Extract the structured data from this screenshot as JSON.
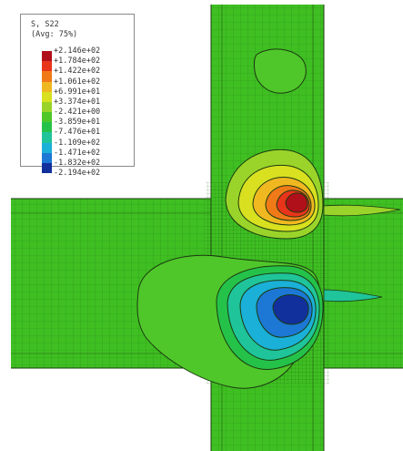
{
  "legend": {
    "title": "S, S22",
    "subtitle": "(Avg: 75%)",
    "levels": [
      "+2.146e+02",
      "+1.784e+02",
      "+1.422e+02",
      "+1.061e+02",
      "+6.991e+01",
      "+3.374e+01",
      "-2.421e+00",
      "-3.859e+01",
      "-7.476e+01",
      "-1.109e+02",
      "-1.471e+02",
      "-1.832e+02",
      "-2.194e+02"
    ],
    "colors": [
      "#b0101a",
      "#e8341a",
      "#f07a18",
      "#f0b820",
      "#d8e020",
      "#9ad42a",
      "#4fc72a",
      "#25c24a",
      "#1fc49a",
      "#1ab0d8",
      "#1c78d4",
      "#12309c"
    ]
  },
  "model": {
    "base_color": "#3fbf22",
    "mesh_color": "#1f6e12",
    "contour_color": "#1a3a10"
  }
}
